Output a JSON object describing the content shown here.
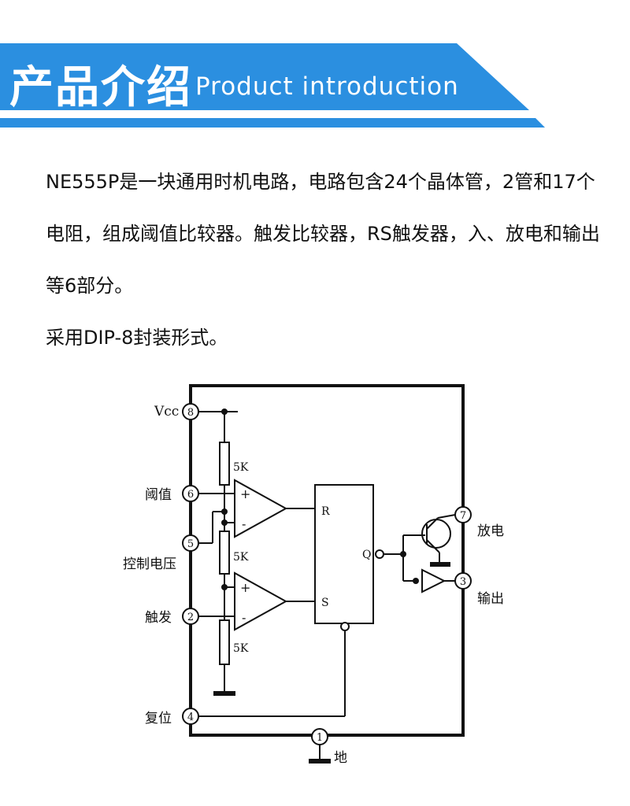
{
  "header": {
    "title_cn": "产品介绍",
    "title_en": "Product introduction",
    "accent_color": "#2b8fe0"
  },
  "intro": {
    "paragraph1": "NE555P是一块通用时机电路，电路包含24个晶体管，2管和17个电阻，组成阈值比较器。触发比较器，RS触发器，入、放电和输出等6部分。",
    "paragraph2": "采用DIP-8封装形式。"
  },
  "schematic": {
    "pins": {
      "vcc": {
        "label": "Vcc",
        "num": "8"
      },
      "threshold": {
        "label": "阈值",
        "num": "6"
      },
      "control": {
        "label": "控制电压",
        "num": "5"
      },
      "trigger": {
        "label": "触发",
        "num": "2"
      },
      "reset": {
        "label": "复位",
        "num": "4"
      },
      "ground": {
        "label": "地",
        "num": "1"
      },
      "discharge": {
        "label": "放电",
        "num": "7"
      },
      "output": {
        "label": "输出",
        "num": "3"
      }
    },
    "resistors": {
      "r1": "5K",
      "r2": "5K",
      "r3": "5K"
    },
    "comparator": {
      "plus": "+",
      "minus": "-"
    },
    "flipflop": {
      "r": "R",
      "s": "S",
      "q": "Q"
    }
  }
}
